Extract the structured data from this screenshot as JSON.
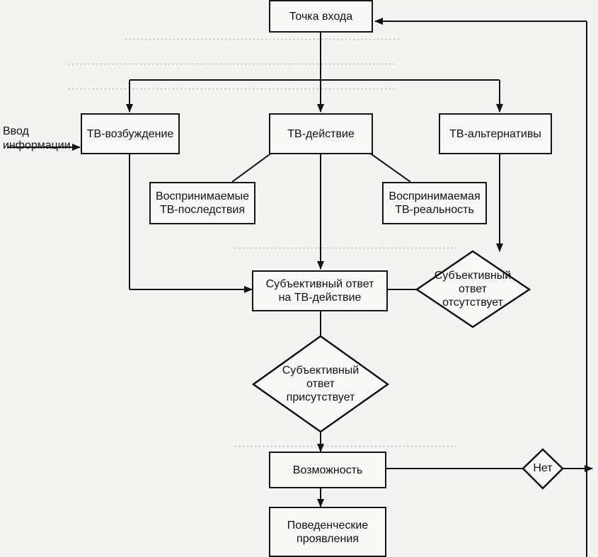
{
  "diagram": {
    "nodes": {
      "entry": "Точка входа",
      "tv_arousal": "ТВ-возбуждение",
      "tv_action": "ТВ-действие",
      "tv_alternatives": "ТВ-альтернативы",
      "perceived_consequences": "Воспринимаемые ТВ-последствия",
      "perceived_reality": "Воспринимаемая ТВ-реальность",
      "subjective_response": "Субъективный ответ на ТВ-действие",
      "response_absent": "Субъективный ответ отсутствует",
      "response_present": "Субъективный ответ присутствует",
      "possibility": "Возможность",
      "no": "Нет",
      "behavioral": "Поведенческие проявления",
      "input_info": "Ввод информации"
    }
  }
}
